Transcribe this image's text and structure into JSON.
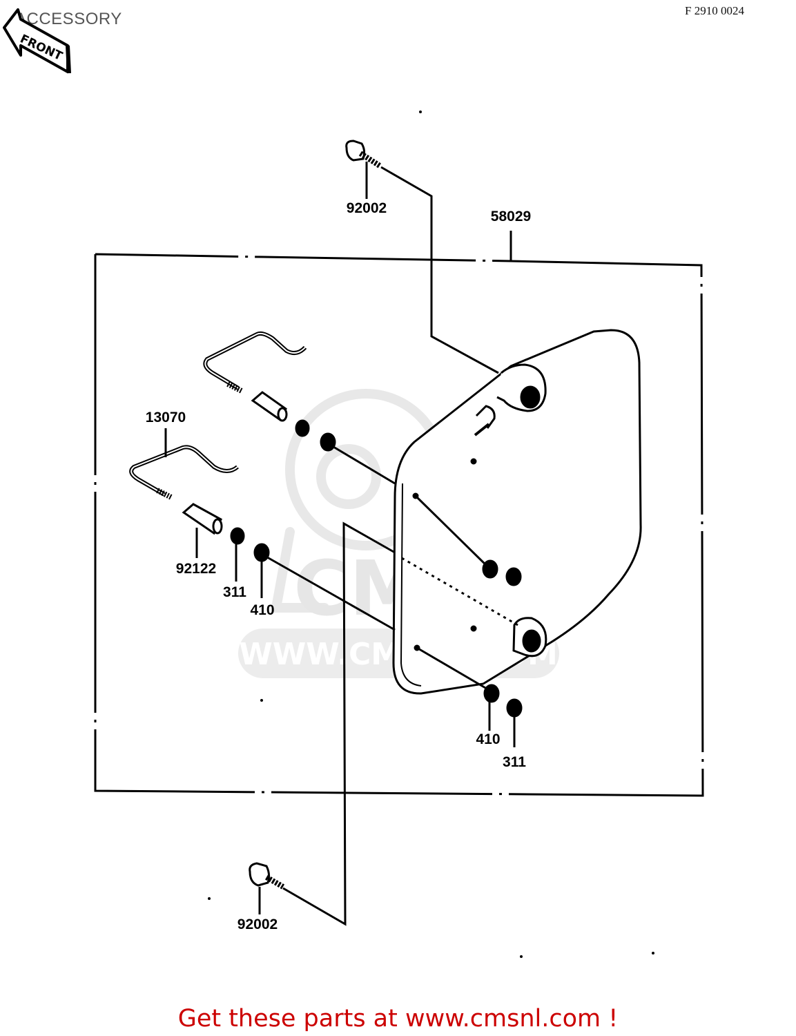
{
  "header": {
    "section_title": "ACCESSORY",
    "figure_code": "F 2910 0024",
    "front_arrow_label": "FRONT"
  },
  "watermark": {
    "logo_text": "CMS",
    "url_text": "WWW.CMSNL.COM"
  },
  "callouts": {
    "bolt_top": "92002",
    "assembly": "58029",
    "bracket": "13070",
    "collar": "92122",
    "nut_left": "311",
    "damper_left": "410",
    "damper_right": "410",
    "nut_right": "311",
    "bolt_bottom": "92002"
  },
  "footer": {
    "link_text": "Get these parts at www.cmsnl.com !"
  },
  "colors": {
    "line": "#000000",
    "footer_link": "#cc0000",
    "watermark": "#e6e6e6"
  }
}
